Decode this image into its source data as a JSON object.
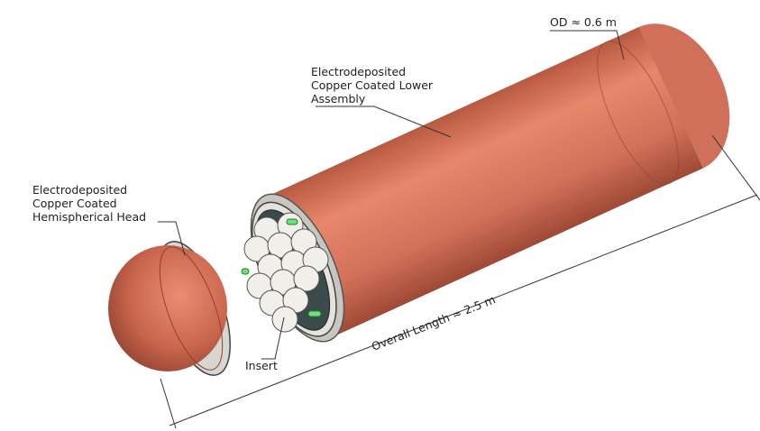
{
  "labels": {
    "outer_diameter": "OD ≈ 0.6 m",
    "lower_assembly": [
      "Electrodeposited",
      "Copper Coated Lower",
      "Assembly"
    ],
    "head": [
      "Electrodeposited",
      "Copper Coated",
      "Hemispherical Head"
    ],
    "insert": "Insert",
    "overall_length": "Overall Length ≈ 2.5 m"
  },
  "colors": {
    "copper": "#d9785e",
    "copper_dark": "#a94f3a",
    "steel": "#d8d6d0",
    "tube": "#f1efea",
    "pin": "#6fe07a"
  }
}
